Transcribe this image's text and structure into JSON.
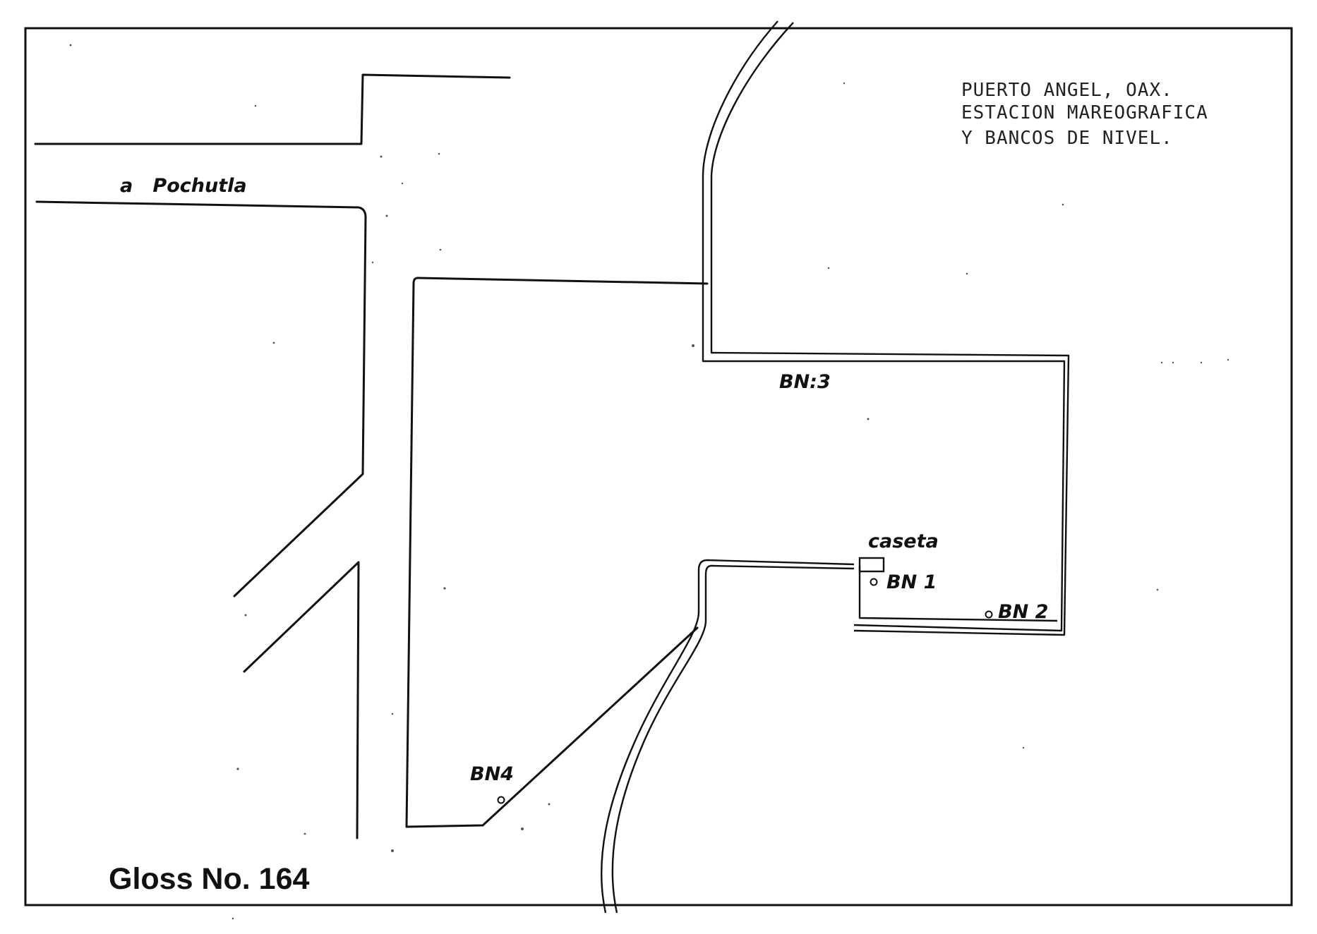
{
  "title_lines": [
    "PUERTO ANGEL, OAX.",
    "ESTACION MAREOGRAFICA",
    "Y BANCOS DE NIVEL."
  ],
  "road_label": "a   Pochutla",
  "labels": {
    "bn3": "BN:3",
    "caseta": "caseta",
    "bn1": "BN 1",
    "bn2": "BN 2",
    "bn4": "BN4"
  },
  "footer": "Gloss No. 164"
}
